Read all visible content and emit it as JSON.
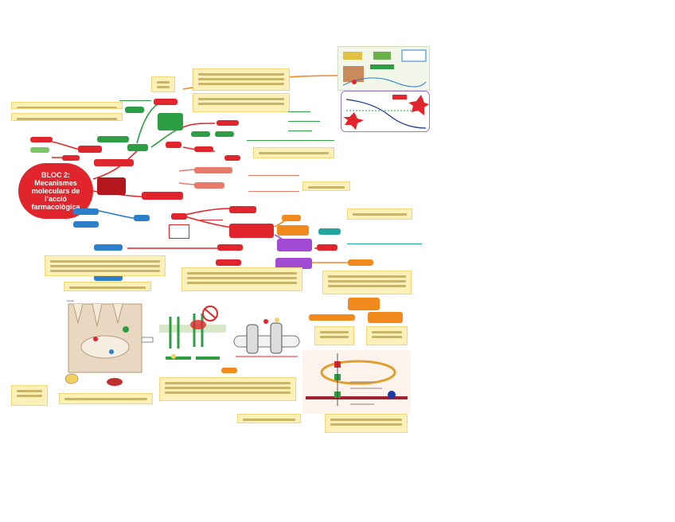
{
  "root": {
    "line1": "BLOC 2:",
    "line2": "Mecanismes",
    "line3": "moleculars de",
    "line4": "l'acció",
    "line5": "farmacològica"
  },
  "images": {
    "cell_label": "Lumen",
    "cell_sublabel": "Lumen"
  },
  "colors": {
    "red": "#e0262c",
    "dark_red": "#b3161c",
    "green": "#2e9e45",
    "light_green": "#7cc464",
    "blue": "#2c7fc9",
    "orange": "#f08a1c",
    "salmon": "#e87a6a",
    "purple": "#a14bd4",
    "teal": "#20a5a0",
    "note_bg": "#fdf0b8"
  },
  "icons": [
    "cell-diagram-icon",
    "receptor-diagram-icon",
    "ion-channel-diagram-icon",
    "pump-diagram-icon",
    "comparison-chart-icon",
    "curve-chart-icon"
  ]
}
